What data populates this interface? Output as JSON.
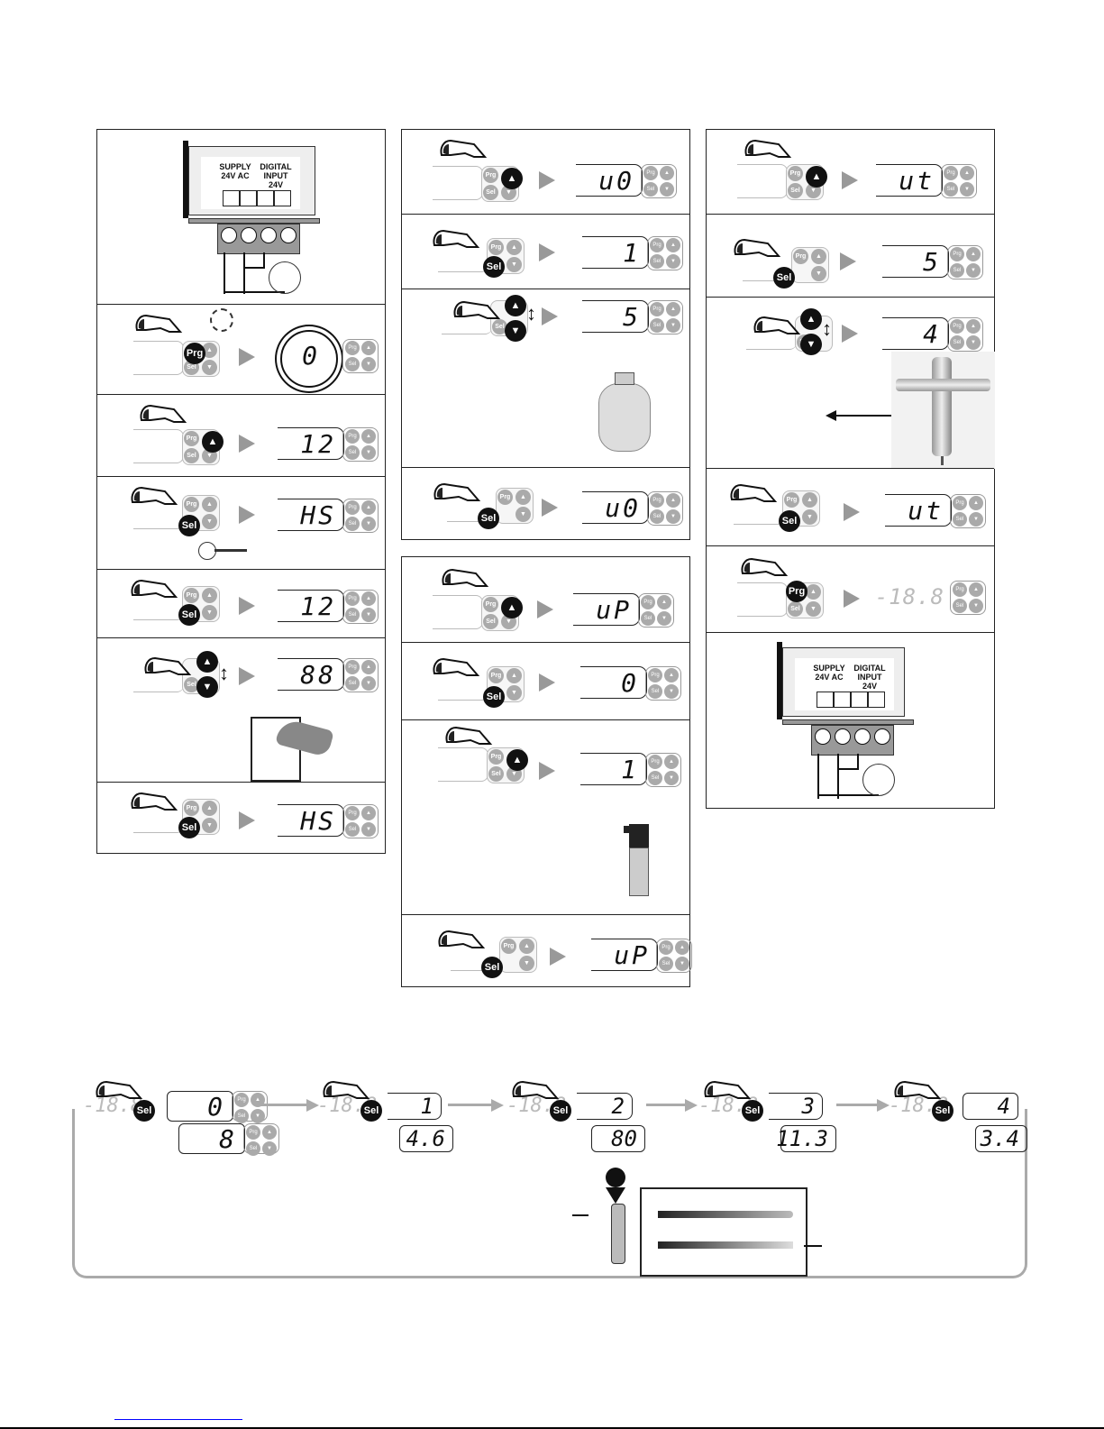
{
  "labels": {
    "supply": "SUPPLY\n24V AC",
    "digital_input": "DIGITAL\nINPUT\n24V",
    "btn_prg": "Prg",
    "btn_sel": "Sel"
  },
  "column1": {
    "steps": [
      {
        "action": "wiring-diagram-clock-switch"
      },
      {
        "press": "Prg",
        "display": "0",
        "note": "blinking, hold timer"
      },
      {
        "press": "Up",
        "display": "12"
      },
      {
        "press": "Sel",
        "display": "HS",
        "note": "key icon"
      },
      {
        "press": "Sel",
        "display": "12"
      },
      {
        "press": "Up/Down",
        "display": "88",
        "note": "write down value"
      },
      {
        "press": "Sel",
        "display": "HS"
      }
    ]
  },
  "column2a": {
    "steps": [
      {
        "press": "Up",
        "display": "u0"
      },
      {
        "press": "Sel",
        "display": "1"
      },
      {
        "press": "Up/Down",
        "display": "5",
        "note": "refrigerant bottle"
      },
      {
        "press": "Sel",
        "display": "u0"
      }
    ]
  },
  "column2b": {
    "steps": [
      {
        "press": "Up",
        "display": "uP"
      },
      {
        "press": "Sel",
        "display": "0"
      },
      {
        "press": "Up",
        "display": "1",
        "note": "pressure sensor"
      },
      {
        "press": "Sel",
        "display": "uP"
      }
    ]
  },
  "column3": {
    "steps": [
      {
        "press": "Up",
        "display": "ut"
      },
      {
        "press": "Sel",
        "display": "5"
      },
      {
        "press": "Up/Down",
        "display": "4",
        "note": "electronic expansion valve"
      },
      {
        "press": "Sel",
        "display": "ut"
      },
      {
        "press": "Prg",
        "display": "-18.8"
      },
      {
        "action": "wiring-diagram-thermostat"
      }
    ]
  },
  "sequence": {
    "faint_display": "-18.8",
    "press": "Sel",
    "steps": [
      {
        "index": "0",
        "value": "8"
      },
      {
        "index": "1",
        "value": "4.6"
      },
      {
        "index": "2",
        "value": "80"
      },
      {
        "index": "3",
        "value": "11.3"
      },
      {
        "index": "4",
        "value": "3.4"
      }
    ]
  },
  "colors": {
    "border": "#222222",
    "button_grey": "#aaaaaa",
    "arrow_grey": "#999999",
    "link": "#0000ff"
  }
}
